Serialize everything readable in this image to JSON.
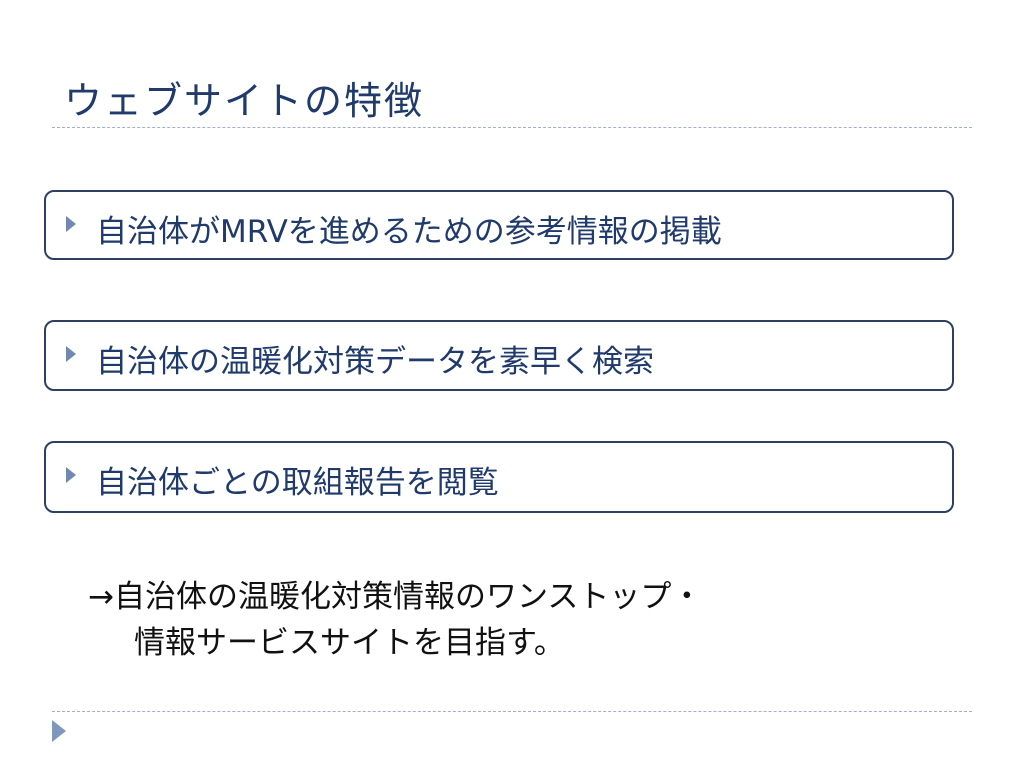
{
  "slide": {
    "title": "ウェブサイトの特徴",
    "features": [
      "自治体がMRVを進めるための参考情報の掲載",
      "自治体の温暖化対策データを素早く検索",
      "自治体ごとの取組報告を閲覧"
    ],
    "summary_line1": "→自治体の温暖化対策情報のワンストップ・",
    "summary_line2": "情報サービスサイトを目指す。",
    "colors": {
      "title": "#1f3a6b",
      "box_border": "#2e3f63",
      "bullet": "#7189b0",
      "divider": "#9fb0c7"
    },
    "icons": {
      "feature_bullet": "triangle-right-icon",
      "footer": "triangle-right-icon"
    }
  }
}
